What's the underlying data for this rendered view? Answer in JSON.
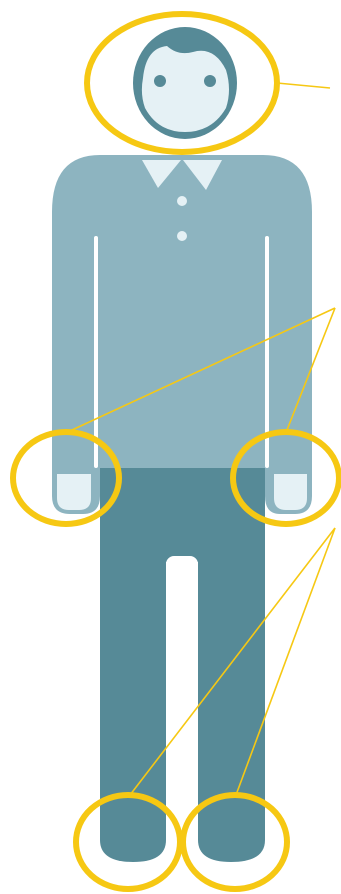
{
  "figure": {
    "icon": "person-body-diagram-icon",
    "colors": {
      "background": "#ffffff",
      "shirt": "#8db4c0",
      "skin": "#e5f1f5",
      "dark": "#568a97",
      "highlight": "#f6c813",
      "stripe": "#ffffff"
    },
    "highlighted_regions": [
      "head",
      "left-hand",
      "right-hand",
      "left-foot",
      "right-foot"
    ],
    "callout_lines": 5
  }
}
